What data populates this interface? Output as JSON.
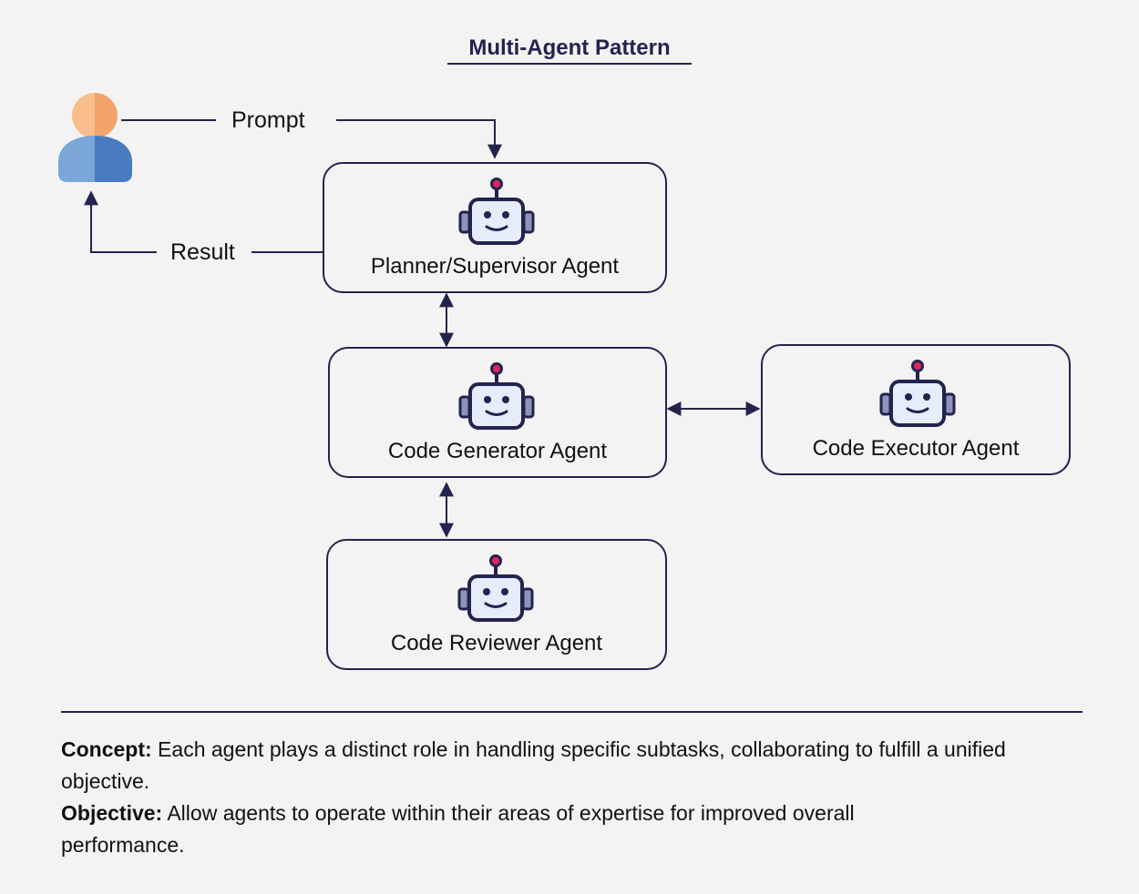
{
  "title": "Multi-Agent Pattern",
  "flows": {
    "prompt_label": "Prompt",
    "result_label": "Result"
  },
  "agents": {
    "planner": "Planner/Supervisor Agent",
    "generator": "Code Generator Agent",
    "executor": "Code Executor Agent",
    "reviewer": "Code Reviewer Agent"
  },
  "icons": {
    "user": "user-icon",
    "robot": "robot-icon"
  },
  "notes": {
    "concept_label": "Concept:",
    "concept_text": " Each agent plays a distinct role in handling specific subtasks, collaborating to fulfill a unified objective.",
    "objective_label": "Objective:",
    "objective_text": " Allow agents to operate within their areas of expertise for improved overall performance."
  },
  "colors": {
    "navy": "#23234f",
    "background": "#f3f3f3",
    "user_head_light": "#f8bd8a",
    "user_head_dark": "#f2a46a",
    "user_body_light": "#7aa6d8",
    "user_body_dark": "#4a7bc0",
    "robot_face": "#e6ecf9",
    "antenna_tip": "#e0245e"
  }
}
